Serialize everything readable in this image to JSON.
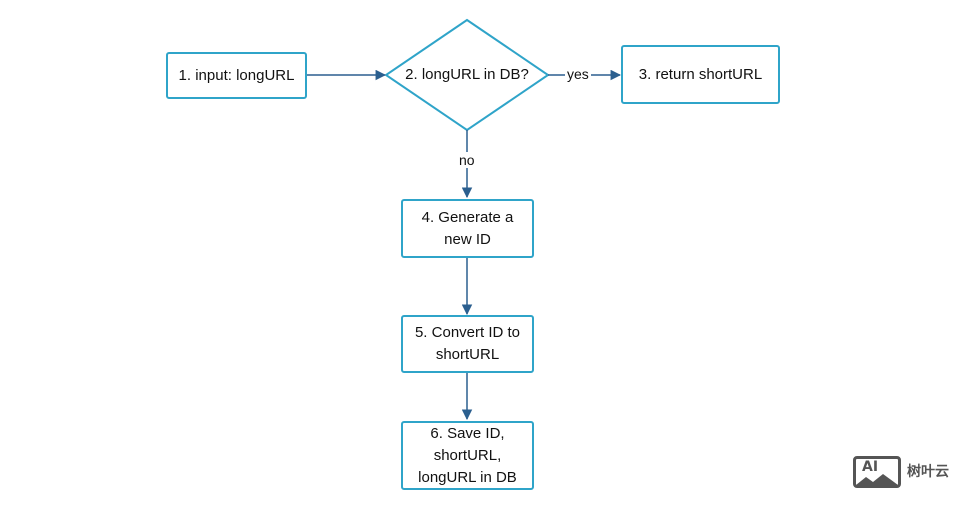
{
  "diagram": {
    "nodes": {
      "input": "1. input: longURL",
      "check": "2. longURL in DB?",
      "return": "3. return shortURL",
      "generate": "4. Generate a\nnew ID",
      "convert": "5. Convert ID to\nshortURL",
      "save": "6. Save ID,\nshortURL,\nlongURL in DB"
    },
    "edges": {
      "yes_label": "yes",
      "no_label": "no"
    },
    "colors": {
      "node_border": "#2fa4c9",
      "edge": "#2b5f8f"
    }
  },
  "watermark": {
    "logo_text": "AI",
    "brand": "树叶云"
  }
}
